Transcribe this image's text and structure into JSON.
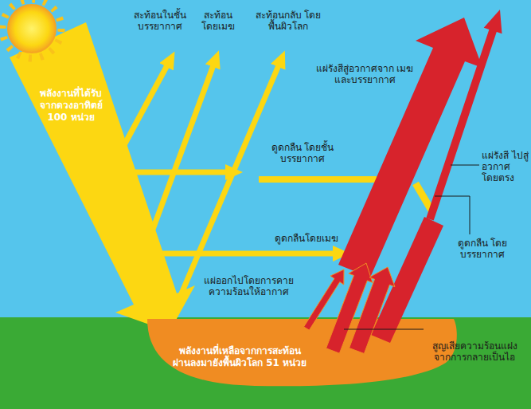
{
  "diagram": {
    "nodes": [
      {
        "text": [
          "พลังงานที่ได้รับ จากดวงอาทิตย์ 100 หน่วย"
        ]
      },
      {
        "text": [
          "พลังงานที่เหลือจากการสะท้อน ผ่านลงมายังพื้นผิวโลก 51 หน่วย"
        ]
      }
    ],
    "labels": [
      "สะท้อนในชั้น บรรยากาศ",
      "สะท้อน โดยเมฆ",
      "สะท้อนกลับ โดยพื้นผิวโลก",
      "แผ่รังสีสู่อวกาศจาก เมฆและบรรยากาศ",
      "ดูดกลืน โดยชั้นบรรยากาศ",
      "แผ่รังสี ไปสู่อวกาศ โดยตรง",
      "ดูดกลืนโดยเมฆ",
      "ดูดกลืน โดยบรรยากาศ",
      "แผ่ออกไปโดยการคาย ความร้อนให้อากาศ",
      "สูญเสียความร้อนแฝง จากการกลายเป็นไอ"
    ]
  }
}
